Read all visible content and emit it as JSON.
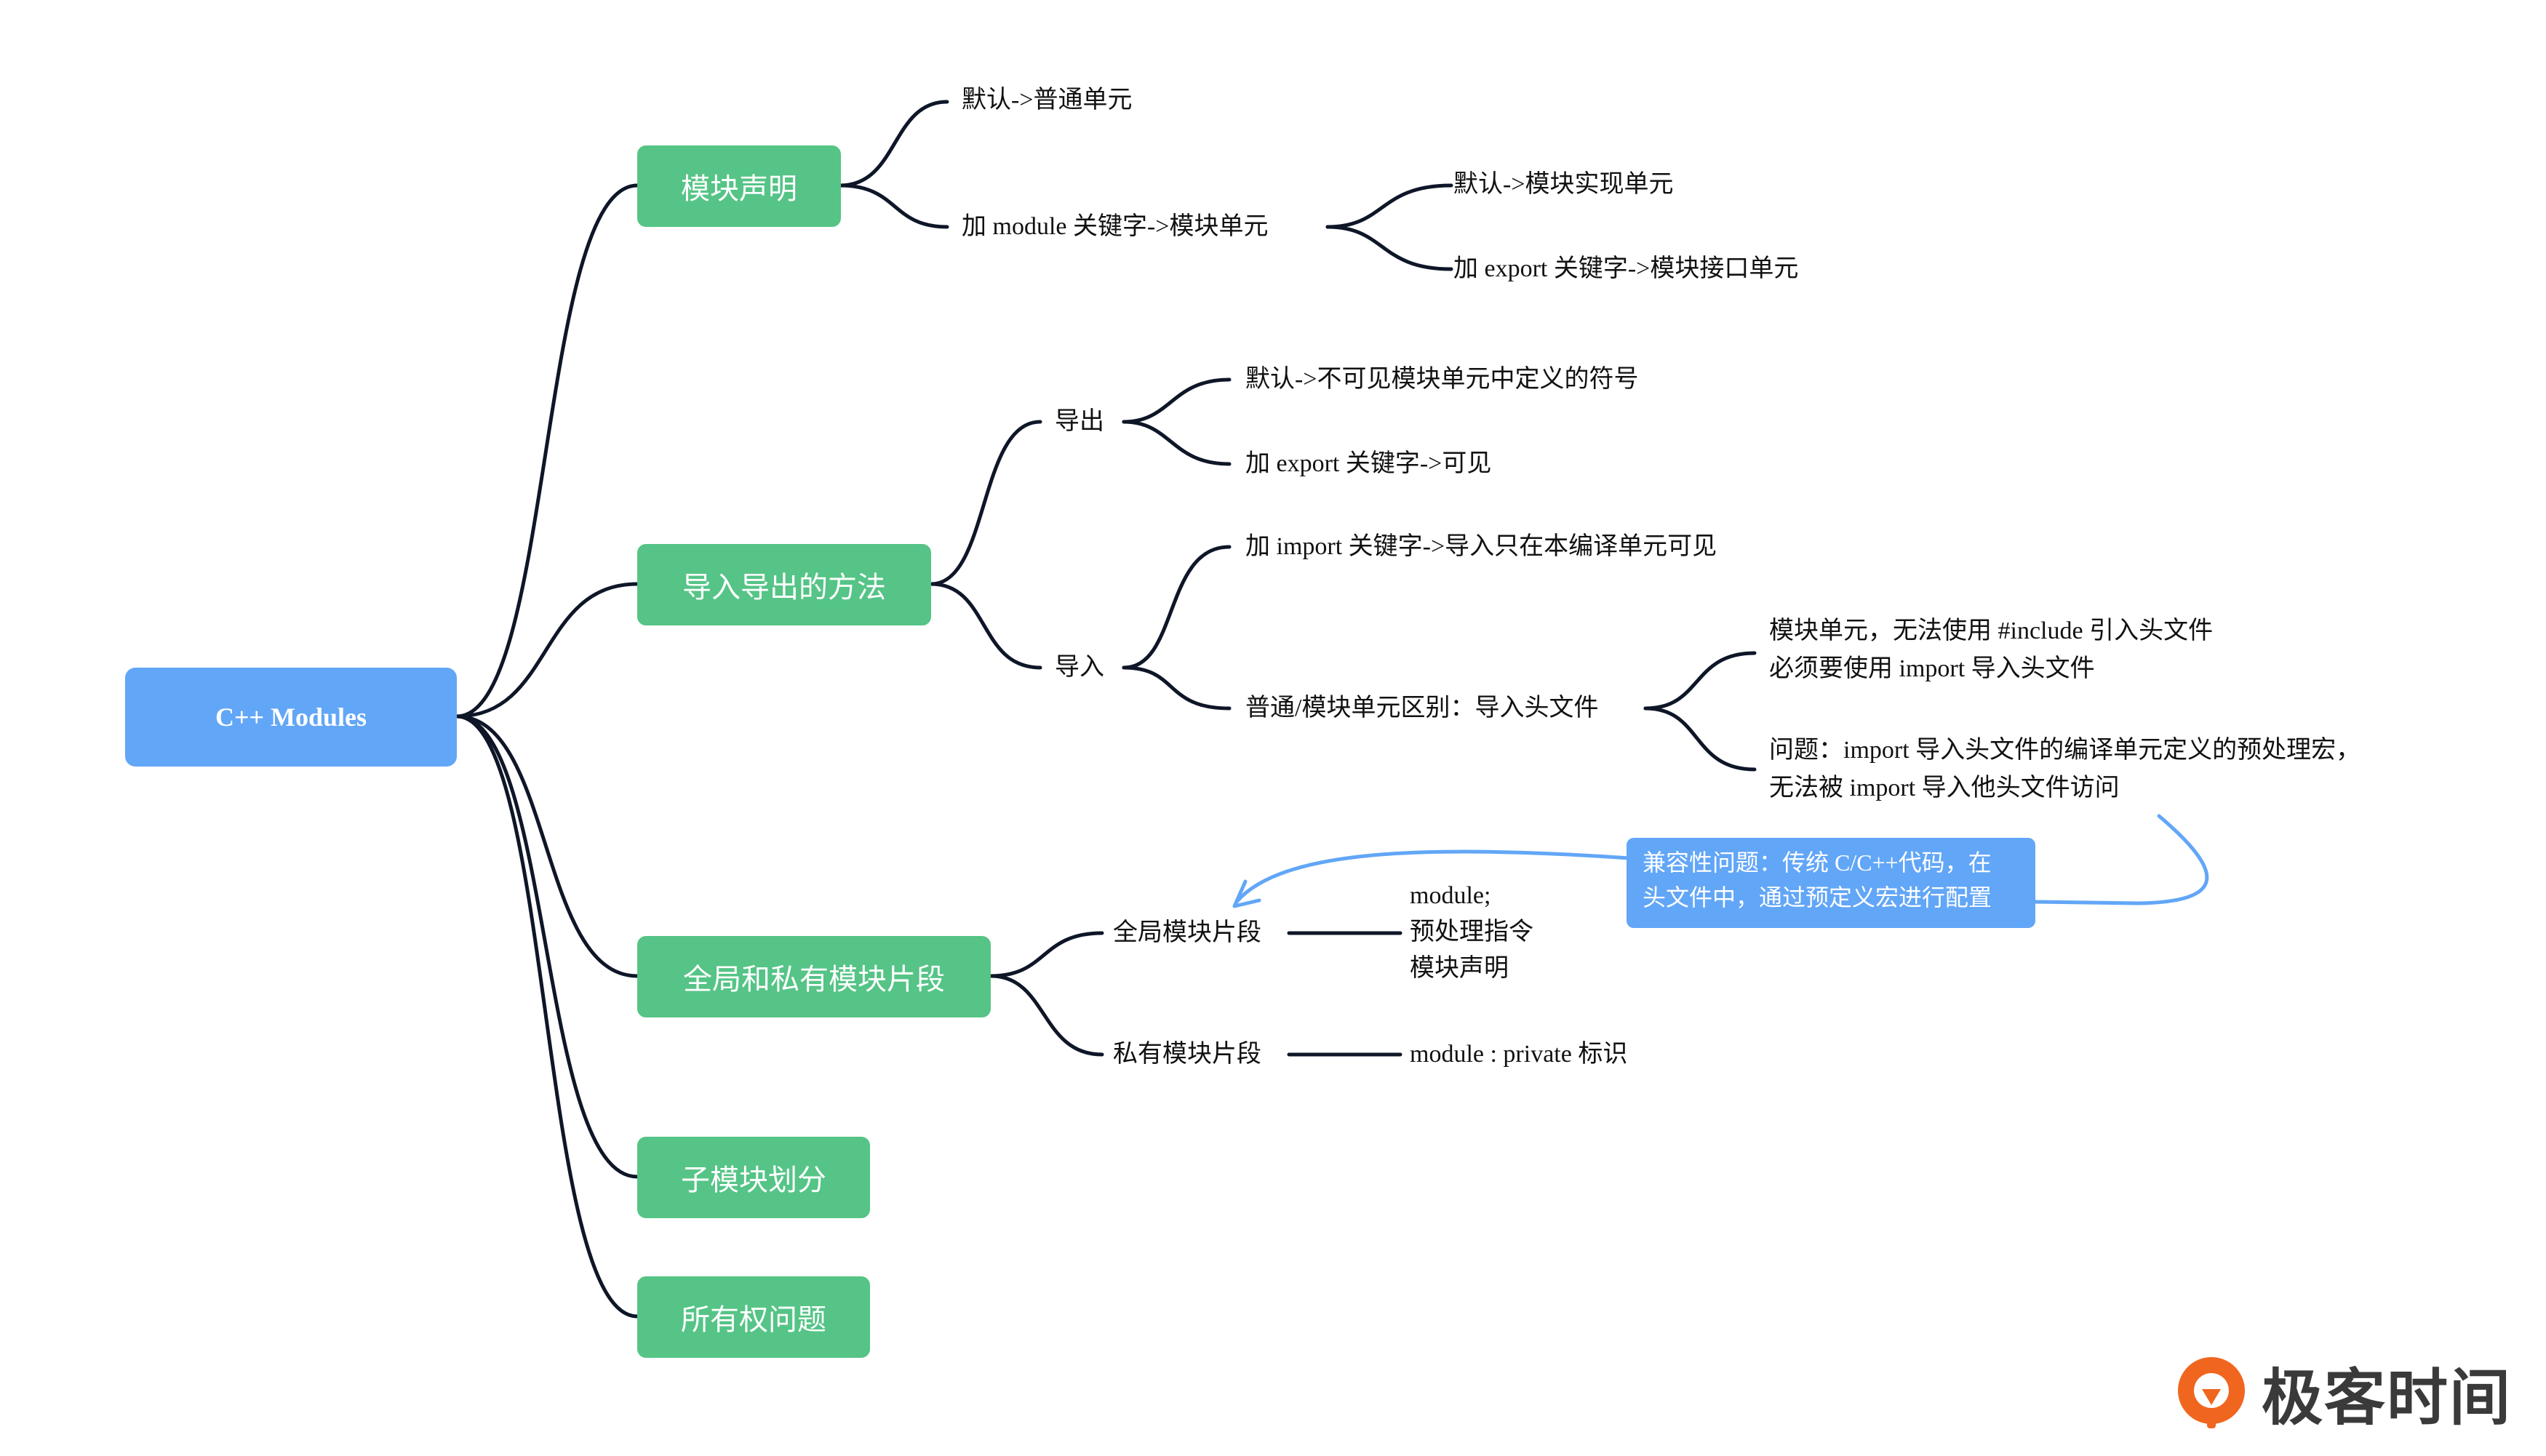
{
  "root": {
    "label": "C++ Modules"
  },
  "branches": {
    "declaration": {
      "label": "模块声明",
      "default": "默认->普通单元",
      "module_keyword": "加 module 关键字->模块单元",
      "module_default": "默认->模块实现单元",
      "module_export": "加 export 关键字->模块接口单元"
    },
    "import_export": {
      "label": "导入导出的方法",
      "export": {
        "label": "导出",
        "default": "默认->不可见模块单元中定义的符号",
        "keyword": "加 export 关键字->可见"
      },
      "import": {
        "label": "导入",
        "keyword": "加 import 关键字->导入只在本编译单元可见",
        "difference": "普通/模块单元区别：导入头文件",
        "detail1_line1": "模块单元，无法使用 #include 引入头文件",
        "detail1_line2": "必须要使用 import 导入头文件",
        "detail2_line1": "问题：import 导入头文件的编译单元定义的预处理宏，",
        "detail2_line2": "无法被 import 导入他头文件访问"
      }
    },
    "fragments": {
      "label": "全局和私有模块片段",
      "global": {
        "label": "全局模块片段",
        "content_line1": "module;",
        "content_line2": "预处理指令",
        "content_line3": "模块声明"
      },
      "private": {
        "label": "私有模块片段",
        "content": "module : private 标识"
      }
    },
    "submodules": {
      "label": "子模块划分"
    },
    "ownership": {
      "label": "所有权问题"
    }
  },
  "note": {
    "line1": "兼容性问题：传统 C/C++代码，在",
    "line2": "头文件中，通过预定义宏进行配置"
  },
  "logo": {
    "text": "极客时间"
  },
  "colors": {
    "root": "#62a6f7",
    "branch": "#55c486",
    "note": "#62a6f7",
    "connector": "#0e1628",
    "note_connector": "#62a6f7",
    "logo_orange": "#f0661f"
  }
}
